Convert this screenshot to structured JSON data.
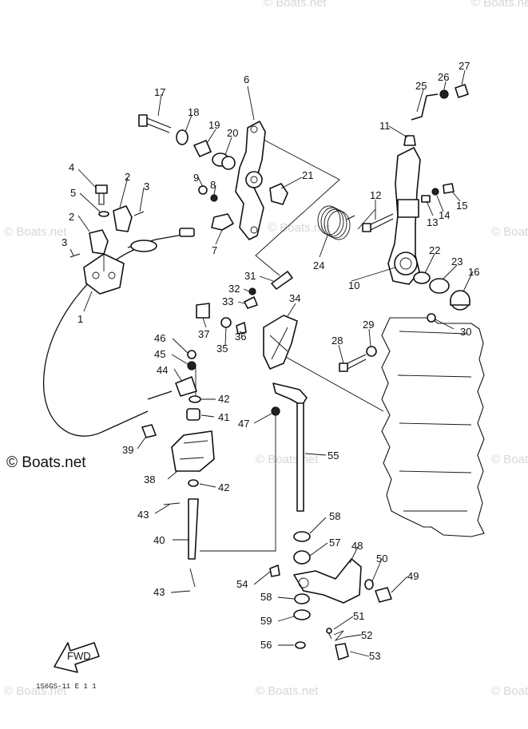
{
  "watermark": {
    "brand": "© Boats.net",
    "main_label": "© Boats.net"
  },
  "fwd_label": "FWD",
  "drawing_code": "1S6GS-11 E 1 1",
  "callouts": [
    "1",
    "2",
    "2",
    "3",
    "3",
    "4",
    "5",
    "6",
    "7",
    "8",
    "9",
    "10",
    "11",
    "12",
    "13",
    "14",
    "15",
    "16",
    "17",
    "18",
    "19",
    "20",
    "21",
    "22",
    "23",
    "24",
    "25",
    "26",
    "27",
    "28",
    "29",
    "30",
    "31",
    "32",
    "33",
    "34",
    "35",
    "36",
    "37",
    "38",
    "39",
    "40",
    "41",
    "42",
    "42",
    "43",
    "43",
    "44",
    "45",
    "46",
    "47",
    "48",
    "49",
    "50",
    "51",
    "52",
    "53",
    "54",
    "55",
    "56",
    "57",
    "58",
    "58",
    "59"
  ]
}
